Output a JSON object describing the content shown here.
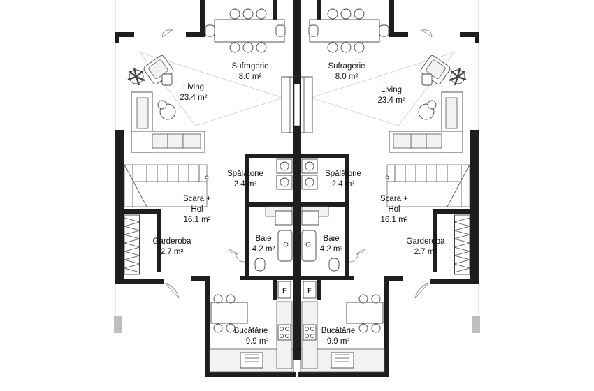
{
  "rooms": {
    "sufragerie": {
      "name": "Sufragerie",
      "area": "8.0 m²"
    },
    "living": {
      "name": "Living",
      "area": "23.4 m²"
    },
    "spalatorie": {
      "name": "Spălătorie",
      "area": "2.4 m²"
    },
    "scara_hol": {
      "name_line1": "Scara +",
      "name_line2": "Hol",
      "area": "16.1 m²"
    },
    "garderoba": {
      "name": "Garderoba",
      "area": "2.7 m²"
    },
    "baie": {
      "name": "Baie",
      "area": "4.2 m²"
    },
    "bucatarie": {
      "name": "Bucătărie",
      "area": "9.9 m²"
    }
  },
  "fridge_label": "F",
  "colors": {
    "wall": "#1e1e1e",
    "line": "#444444",
    "background": "#ffffff"
  }
}
